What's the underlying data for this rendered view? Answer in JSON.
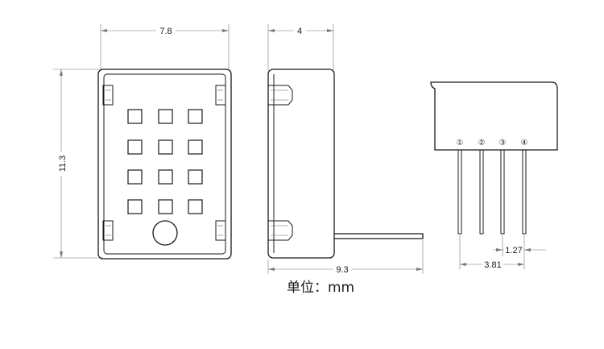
{
  "front_view": {
    "width_label": "7.8",
    "height_label": "11.3"
  },
  "side_view": {
    "depth_label": "4",
    "total_length_label": "9.3"
  },
  "pin_view": {
    "pins": [
      "①",
      "②",
      "③",
      "④"
    ],
    "pitch_label": "1.27",
    "span_label": "3.81"
  },
  "unit_label": "单位：mm"
}
